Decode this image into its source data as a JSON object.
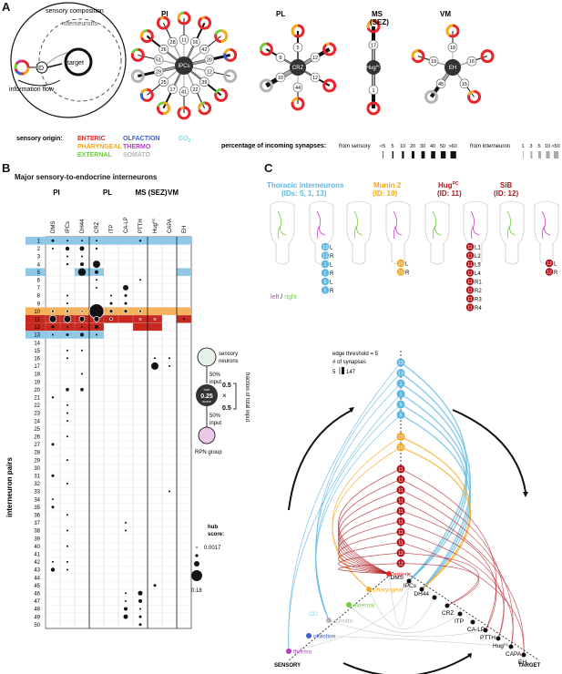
{
  "panel_letters": {
    "a": "A",
    "b": "B",
    "c": "C"
  },
  "panelA": {
    "schematic": {
      "sensory_composition": "sensory composition",
      "interneurons": "interneurons",
      "target": "target",
      "id": "ID",
      "information_flow": "information flow"
    },
    "groups": [
      {
        "name": "PI",
        "hub": "IPCs",
        "spokes": [
          "11",
          "16",
          "42",
          "20",
          "12",
          "39",
          "22",
          "41",
          "17",
          "25",
          "29",
          "51",
          "26",
          "28"
        ]
      },
      {
        "name": "PL",
        "hub": "CRZ",
        "spokes": [
          "5",
          "12",
          "12",
          "44",
          "10",
          "9"
        ]
      },
      {
        "name": "MS\n(SEZ)",
        "title_line1": "MS",
        "title_line2": "(SEZ)",
        "hub": "Hug",
        "hub_sup": "PC",
        "spokes": [
          "17",
          "1"
        ]
      },
      {
        "name": "VM",
        "hub": "EH",
        "spokes": [
          "18",
          "16",
          "15",
          "45",
          "19"
        ]
      }
    ],
    "legend_title": "sensory origin:",
    "legend_items": [
      {
        "label": "ENTERIC",
        "color": "#e8262a"
      },
      {
        "label": "OLFACTION",
        "color": "#3a5fcd"
      },
      {
        "label": "CO",
        "sub": "2",
        "color": "#7fd3e8"
      },
      {
        "label": "PHARYNGEAL",
        "color": "#f4a81d"
      },
      {
        "label": "THERMO",
        "color": "#b13fbf"
      },
      {
        "label": "EXTERNAL",
        "color": "#6fcf3b"
      },
      {
        "label": "SOMATO",
        "color": "#b5b5b5"
      }
    ],
    "pct_title": "percentage of incoming synapses:",
    "from_sensory": "from sensory",
    "from_sensory_ticks": [
      "<5",
      "5",
      "10",
      "20",
      "30",
      "40",
      "50",
      ">60"
    ],
    "from_interneuron": "from interneuron",
    "from_interneuron_ticks": [
      "1",
      "3",
      "5",
      "10",
      ">50"
    ]
  },
  "panelB": {
    "title": "Major sensory-to-endocrine interneurons",
    "group_labels": [
      "PI",
      "PL",
      "MS (SEZ)",
      "VM"
    ],
    "columns": [
      "DMS",
      "IPCs",
      "DH44",
      "CRZ",
      "ITP",
      "CA-LP",
      "PTTH",
      "Hug",
      "CAPA",
      "EH"
    ],
    "hug_sup": "PC",
    "ylabel": "interneuron pairs",
    "rows": [
      "1",
      "2",
      "3",
      "4",
      "5",
      "6",
      "7",
      "8",
      "9",
      "10",
      "11",
      "12",
      "13",
      "14",
      "15",
      "16",
      "17",
      "18",
      "19",
      "20",
      "21",
      "22",
      "23",
      "24",
      "25",
      "26",
      "27",
      "28",
      "29",
      "30",
      "31",
      "32",
      "33",
      "34",
      "35",
      "36",
      "37",
      "38",
      "39",
      "40",
      "41",
      "42",
      "43",
      "44",
      "45",
      "46",
      "47",
      "48",
      "49",
      "50"
    ],
    "schematic": {
      "sensory_neurons": "sensory\nneurons",
      "sn_line1": "sensory",
      "sn_line2": "neurons",
      "input_top": "50%\ninput",
      "in1": "50%",
      "in2": "input",
      "hub_value": "0.25",
      "hub_label": "score",
      "hub_word": "hub",
      "half1": "0.5",
      "half2": "0.5",
      "times": "×",
      "fraction": "fraction of total input",
      "rpn": "RPN group"
    },
    "hub_score_title": "hub\nscore:",
    "hs1": "hub",
    "hs2": "score:",
    "hub_score_max": "0.0017",
    "hub_score_min": "0.18"
  },
  "panelC": {
    "groups": [
      {
        "title1": "Thoracic interneurons",
        "title2": "(IDs: 5, 1, 13)",
        "color": "#5cb7e0",
        "nodes": [
          "13 L",
          "13 R",
          "1 L",
          "1 R",
          "5 L",
          "5 R"
        ]
      },
      {
        "title1": "Munin 2",
        "title2": "(ID: 10)",
        "color": "#f4a81d",
        "nodes": [
          "10 L",
          "10 R"
        ]
      },
      {
        "title1": "Hug",
        "title1_sup": "PC",
        "title2": "(ID: 11)",
        "color": "#b2161c",
        "nodes": [
          "11 L1",
          "11 L2",
          "11 L3",
          "11 L4",
          "11 R1",
          "11 R2",
          "11 R3",
          "11 R4"
        ]
      },
      {
        "title1": "SiB",
        "title2": "(ID: 12)",
        "color": "#b2161c",
        "nodes": [
          "12 L",
          "12 R"
        ]
      }
    ],
    "left_right": {
      "left": "left",
      "slash": " / ",
      "right": "right"
    },
    "edge_threshold": "edge threshold = 5",
    "num_synapses": "# of synapses",
    "syn_min": "5",
    "syn_max": "147",
    "sensory_nodes": [
      "enteric",
      "pharyngeal",
      "external",
      "somato",
      "olfaction",
      "thermo"
    ],
    "co2_label": "CO",
    "target_nodes": [
      "DMS",
      "IPCs",
      "DH44",
      "CRZ",
      "ITP",
      "CA-LP",
      "PTTH",
      "Hug",
      "CAPA",
      "EH"
    ],
    "hug_sup": "PC",
    "axis_sensory": "SENSORY",
    "axis_target": "TARGET",
    "hive_ids": [
      "13",
      "13",
      "1",
      "1",
      "5",
      "5",
      "10",
      "10",
      "11",
      "11",
      "11",
      "11",
      "11",
      "11",
      "11",
      "11",
      "12",
      "12"
    ]
  }
}
